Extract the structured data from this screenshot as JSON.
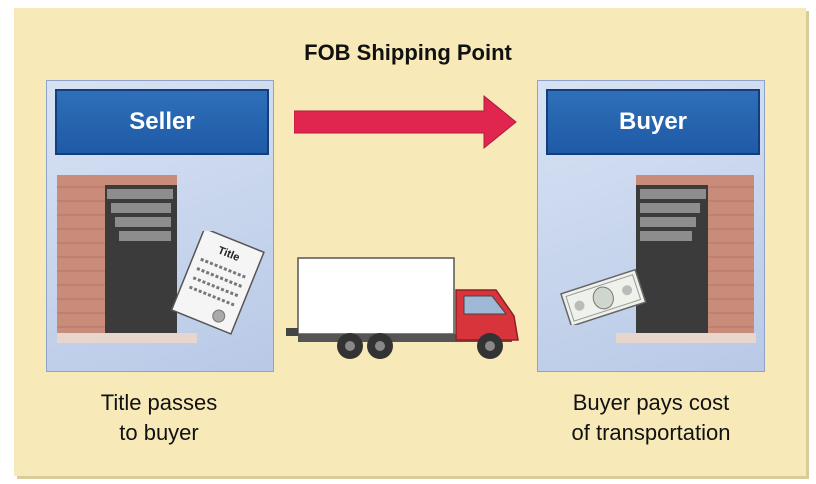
{
  "diagram": {
    "title": "FOB Shipping Point",
    "seller": {
      "label": "Seller"
    },
    "buyer": {
      "label": "Buyer"
    },
    "title_doc_text": "Title",
    "captions": {
      "left_line1": "Title passes",
      "left_line2": "to buyer",
      "right_line1": "Buyer pays cost",
      "right_line2": "of transportation"
    },
    "colors": {
      "background": "#f7eab8",
      "header_blue": "#1f5aa6",
      "arrow_red": "#e0264f",
      "truck_cab": "#d8343c"
    },
    "icons": [
      "right-arrow-icon",
      "truck-icon",
      "title-document-icon",
      "dollar-bill-icon"
    ]
  }
}
